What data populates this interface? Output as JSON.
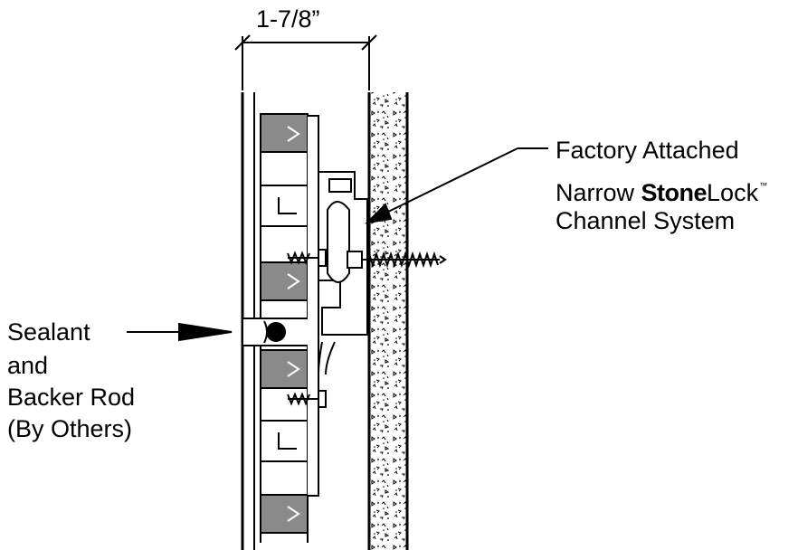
{
  "dimension": {
    "text": "1-7/8”"
  },
  "callout_right": {
    "line1": "Factory Attached",
    "line2_prefix": "Narrow ",
    "brand_strong": "Stone",
    "brand_light": "Lock",
    "trademark": "™",
    "line3": "Channel System"
  },
  "callout_left": {
    "line1": "Sealant",
    "line2": "and",
    "line3": "Backer Rod",
    "line4": "(By Others)"
  },
  "colors": {
    "line": "#000000",
    "brick_fill": "#8a8a8a",
    "background": "#ffffff"
  }
}
